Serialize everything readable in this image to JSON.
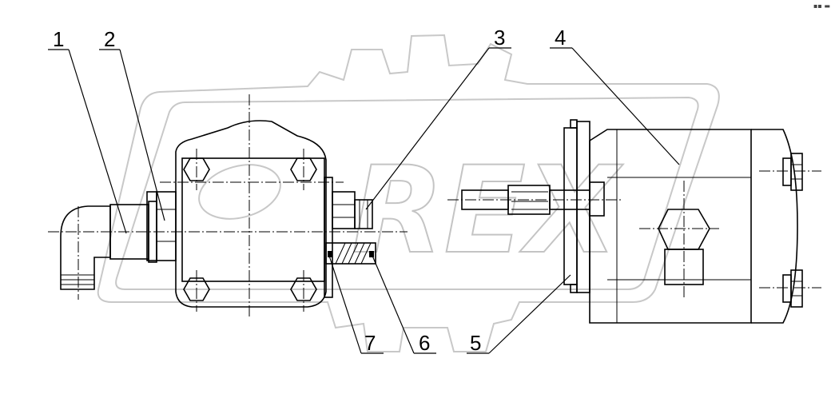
{
  "callouts": [
    {
      "id": "1",
      "label": "1"
    },
    {
      "id": "2",
      "label": "2"
    },
    {
      "id": "3",
      "label": "3"
    },
    {
      "id": "4",
      "label": "4"
    },
    {
      "id": "5",
      "label": "5"
    },
    {
      "id": "6",
      "label": "6"
    },
    {
      "id": "7",
      "label": "7"
    }
  ],
  "watermark": {
    "text": "REX"
  },
  "corner_mark": "▪▪ ▬",
  "colors": {
    "line": "#000000",
    "watermark": "#c8c8c8",
    "background": "#ffffff"
  }
}
